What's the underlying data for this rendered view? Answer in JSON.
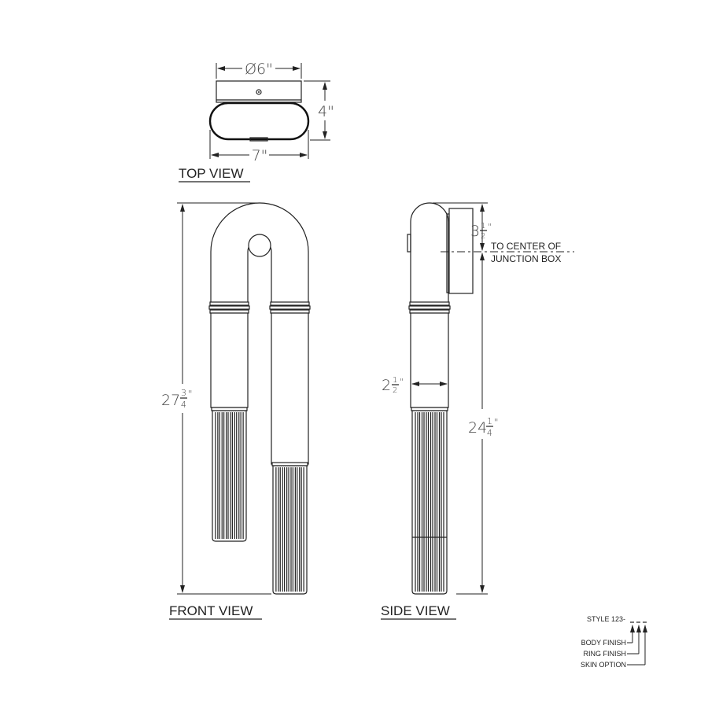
{
  "views": {
    "top": "TOP VIEW",
    "front": "FRONT VIEW",
    "side": "SIDE VIEW"
  },
  "dimensions": {
    "canopy_diameter": "Ø6\"",
    "top_width": "7\"",
    "top_depth": "4\"",
    "overall_height": {
      "whole": "27",
      "num": "3",
      "den": "4",
      "unit": "\""
    },
    "side_height": {
      "whole": "24",
      "num": "1",
      "den": "4",
      "unit": "\""
    },
    "top_to_center": {
      "whole": "3",
      "num": "1",
      "den": "2",
      "unit": "\""
    },
    "tube_diameter": {
      "whole": "2",
      "num": "1",
      "den": "2",
      "unit": "\""
    }
  },
  "notes": {
    "junction_line1": "TO CENTER OF",
    "junction_line2": "JUNCTION BOX"
  },
  "style_key": {
    "style": "STYLE 123-",
    "body_finish": "BODY FINISH",
    "ring_finish": "RING FINISH",
    "skin_option": "SKIN OPTION"
  }
}
